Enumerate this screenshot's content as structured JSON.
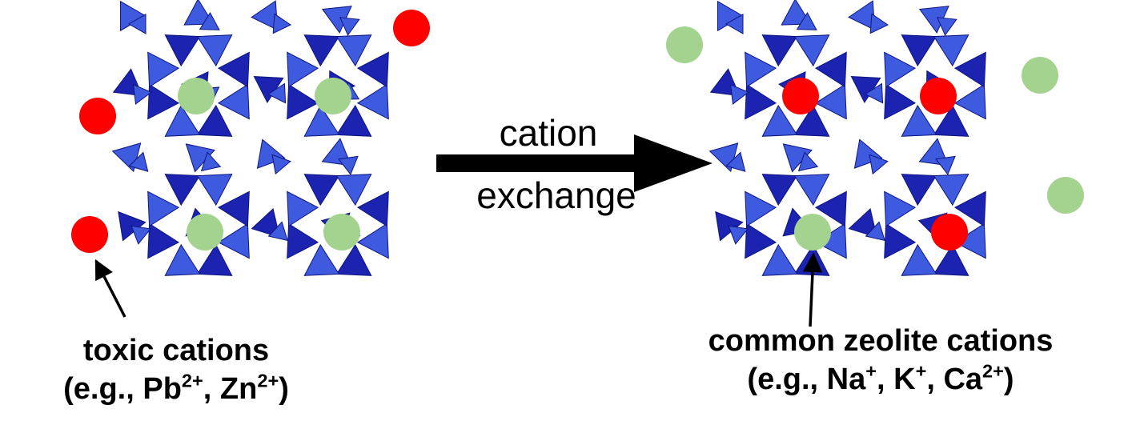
{
  "colors": {
    "framework_dark": "#1b23b0",
    "framework_light": "#3e5be0",
    "framework_edge": "#0e1580",
    "toxic_cation": "#ff0000",
    "common_cation": "#a4d38f",
    "arrow": "#000000"
  },
  "arrow_label": {
    "line1": "cation",
    "line2": "exchange"
  },
  "left_label": {
    "line1": "toxic cations",
    "prefix": "(e.g., ",
    "ion1": "Pb",
    "ion1_charge": "2+",
    "sep": ", ",
    "ion2": "Zn",
    "ion2_charge": "2+",
    "suffix": ")"
  },
  "right_label": {
    "line1": "common zeolite cations",
    "prefix": "(e.g., ",
    "ion1": "Na",
    "ion1_charge": "+",
    "sep1": ", ",
    "ion2": "K",
    "ion2_charge": "+",
    "sep2": ", ",
    "ion3": "Ca",
    "ion3_charge": "2+",
    "suffix": ")"
  },
  "before_exchange": {
    "pore_cations": [
      "common",
      "common",
      "common",
      "common"
    ],
    "outside_cations": [
      "toxic",
      "toxic",
      "toxic"
    ]
  },
  "after_exchange": {
    "pore_cations": [
      "toxic",
      "toxic",
      "common",
      "toxic"
    ],
    "outside_cations": [
      "common",
      "common",
      "common"
    ]
  }
}
